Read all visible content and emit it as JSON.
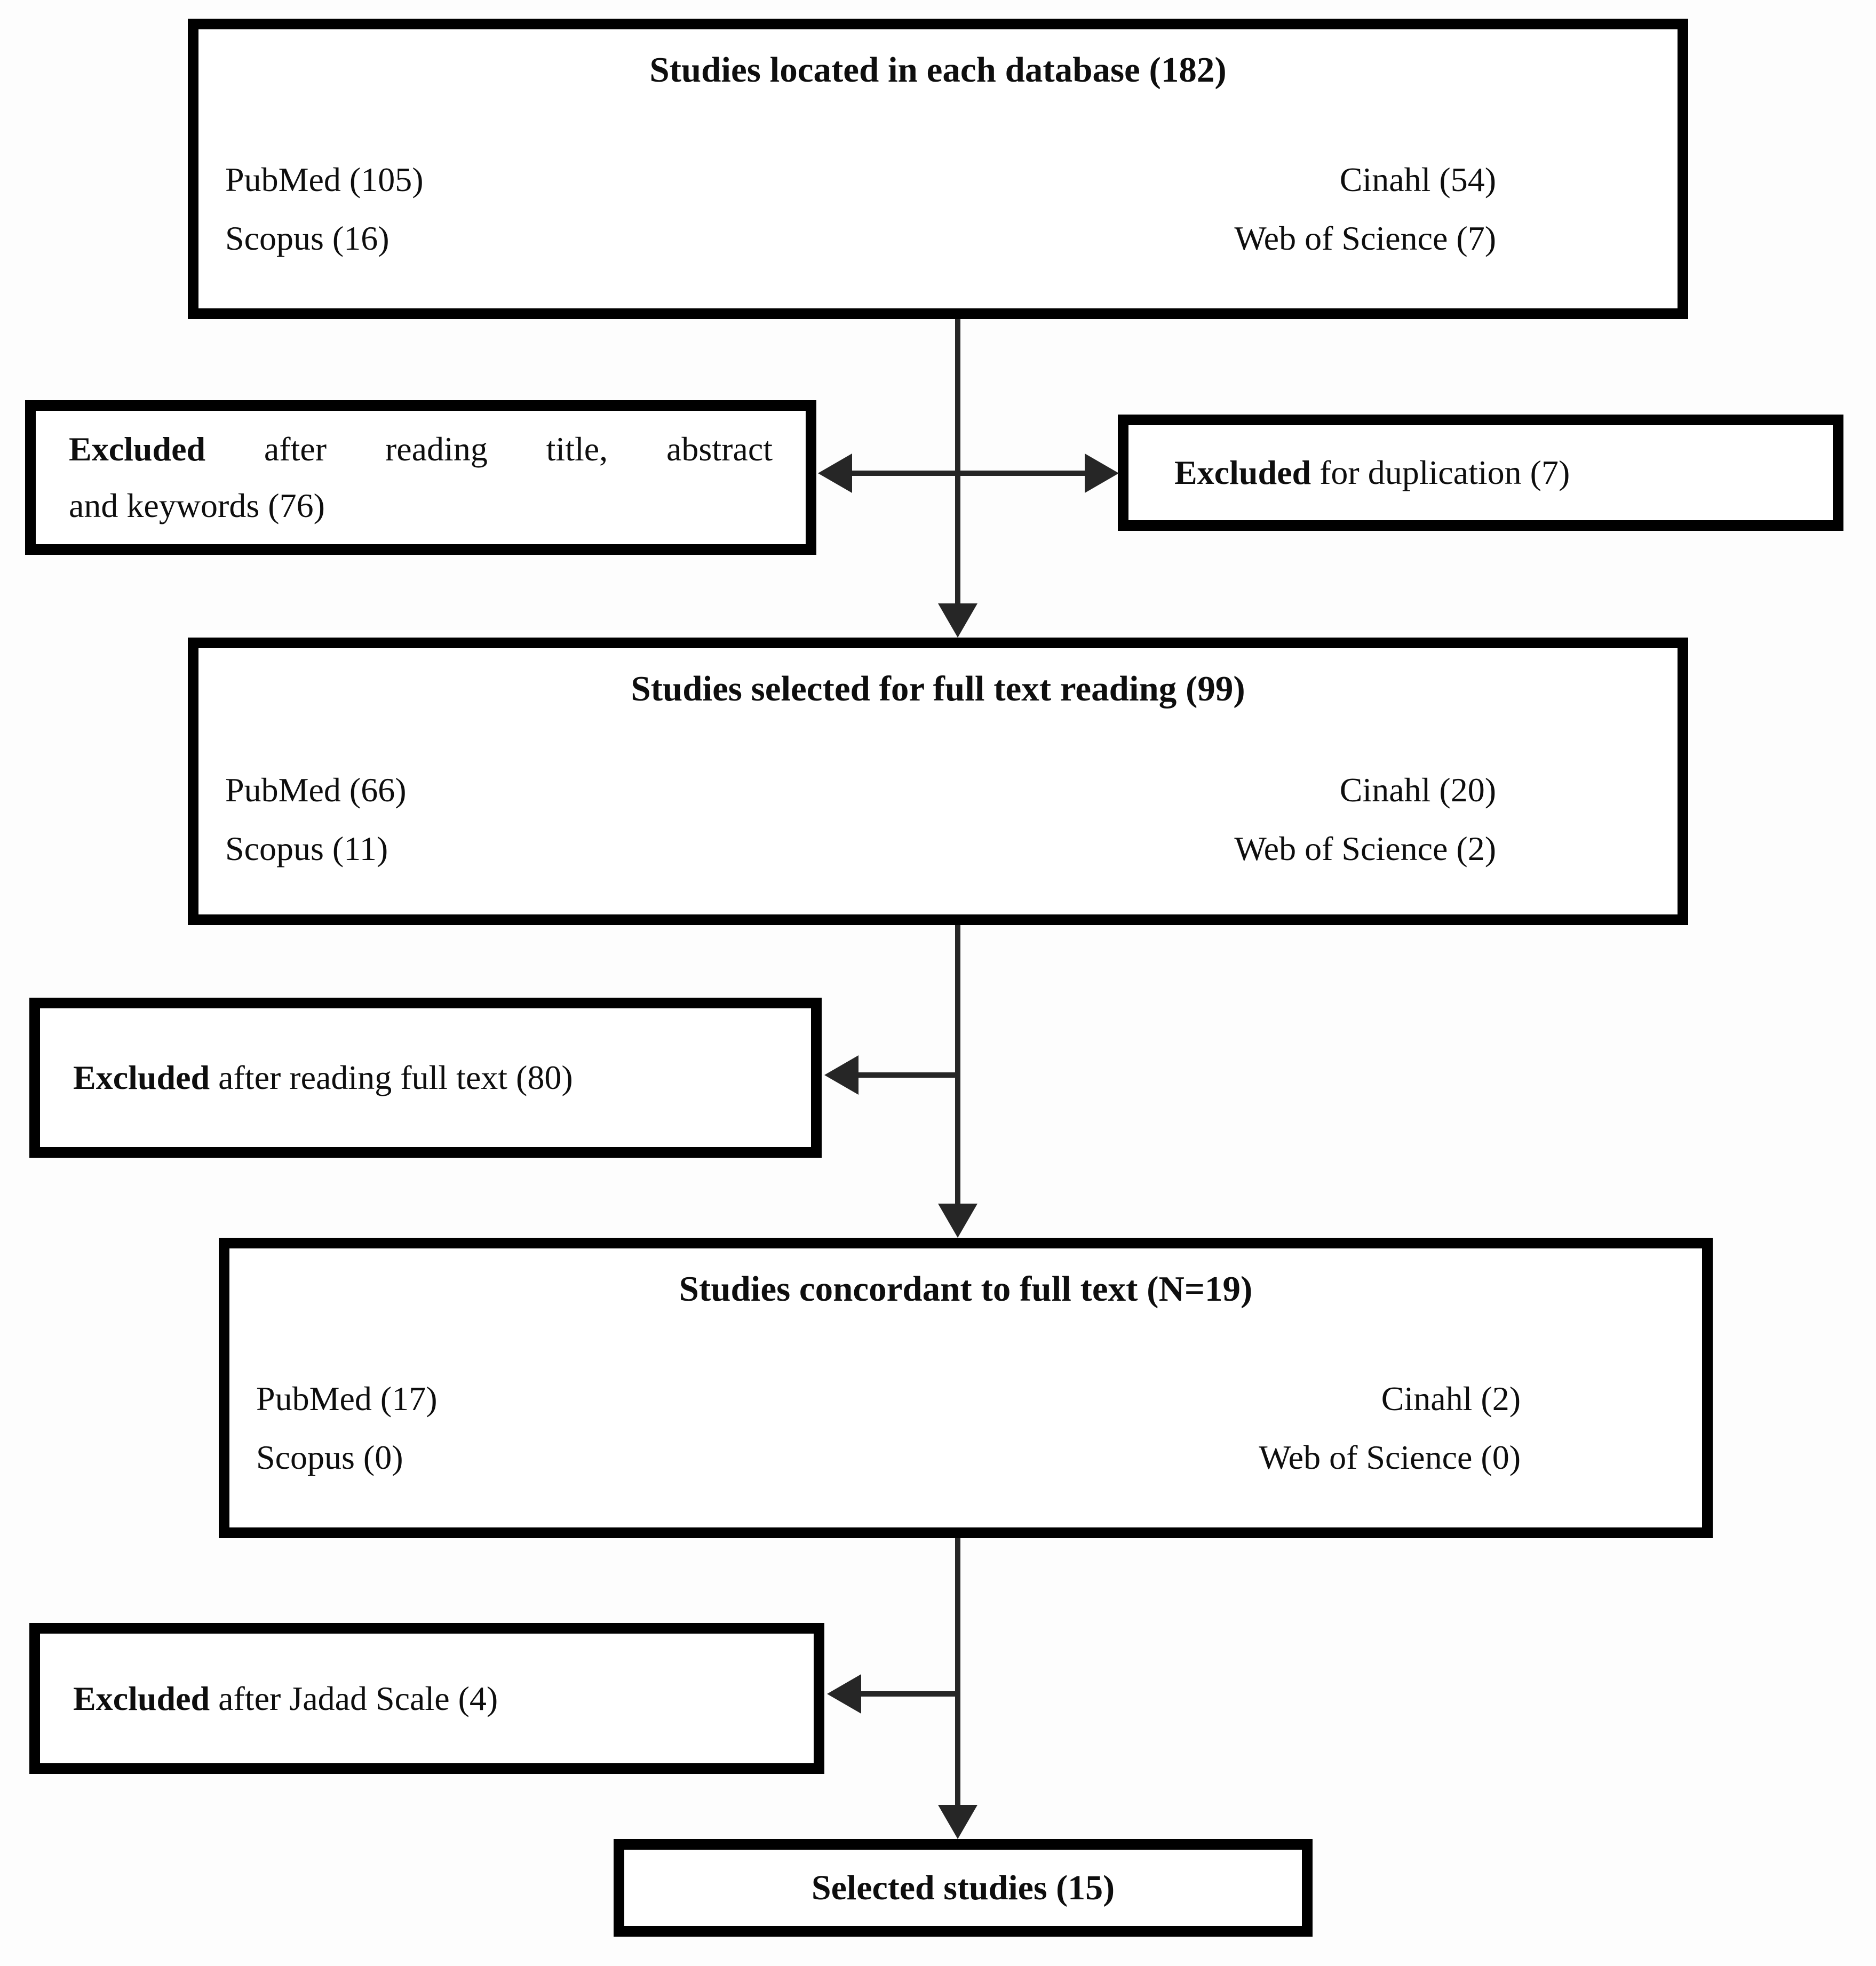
{
  "diagram": {
    "db_located": {
      "title": "Studies located in each database (182)",
      "col_left": [
        "PubMed (105)",
        "Scopus (16)"
      ],
      "col_right": [
        "Cinahl (54)",
        "Web of Science (7)"
      ]
    },
    "excluded_title_abstract": {
      "bold": "Excluded",
      "line1": " after reading title, abstract",
      "line2": "and keywords (76)"
    },
    "excluded_duplication": {
      "bold": "Excluded",
      "rest": " for duplication (7)"
    },
    "full_text_reading": {
      "title": "Studies selected for full text reading (99)",
      "col_left": [
        "PubMed (66)",
        "Scopus (11)"
      ],
      "col_right": [
        "Cinahl (20)",
        "Web of Science (2)"
      ]
    },
    "excluded_full_text": {
      "bold": "Excluded",
      "rest": " after reading full text (80)"
    },
    "concordant": {
      "title": "Studies concordant to full text (N=19)",
      "col_left": [
        "PubMed (17)",
        "Scopus (0)"
      ],
      "col_right": [
        "Cinahl (2)",
        "Web of Science (0)"
      ]
    },
    "excluded_jadad": {
      "bold": "Excluded",
      "rest": " after Jadad Scale (4)"
    },
    "selected": {
      "title": "Selected studies (15)"
    },
    "colors": {
      "border": "#000000",
      "line": "#262626",
      "background": "#fdfdfd",
      "text": "#0e0e0e"
    }
  }
}
